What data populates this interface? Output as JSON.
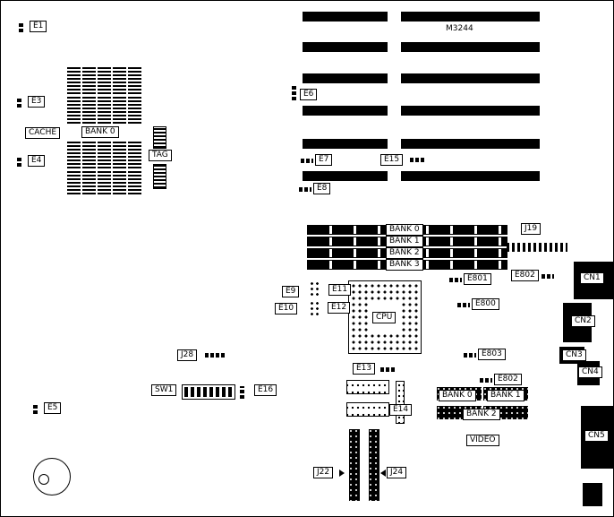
{
  "labels": {
    "m3244": "M3244",
    "e1": "E1",
    "e3": "E3",
    "e4": "E4",
    "e5": "E5",
    "e6": "E6",
    "e7": "E7",
    "e8": "E8",
    "e9": "E9",
    "e10": "E10",
    "e11": "E11",
    "e12": "E12",
    "e13": "E13",
    "e14": "E14",
    "e15": "E15",
    "e16": "E16",
    "e800": "E800",
    "e801": "E801",
    "e802_top": "E802",
    "e802_bottom": "E802",
    "e803": "E803",
    "cache": "CACHE",
    "cache_bank0": "BANK 0",
    "tag": "TAG",
    "simm_bank0": "BANK 0",
    "simm_bank1": "BANK 1",
    "simm_bank2": "BANK 2",
    "simm_bank3": "BANK 3",
    "video_bank0": "BANK 0",
    "video_bank1": "BANK 1",
    "video_bank2": "BANK 2",
    "video": "VIDEO",
    "cpu": "CPU",
    "sw1": "SW1",
    "j19": "J19",
    "j22": "J22",
    "j24": "J24",
    "j28": "J28",
    "cn1": "CN1",
    "cn2": "CN2",
    "cn3": "CN3",
    "cn4": "CN4",
    "cn5": "CN5"
  }
}
